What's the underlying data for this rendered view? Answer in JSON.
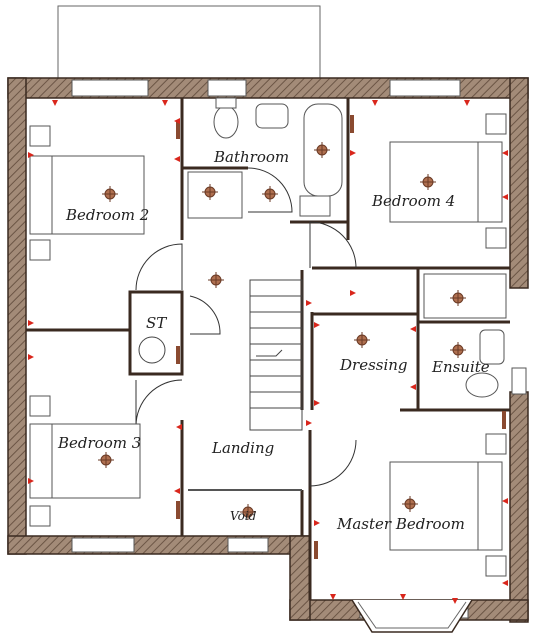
{
  "rooms": {
    "bathroom": "Bathroom",
    "bedroom2": "Bedroom 2",
    "bedroom4": "Bedroom 4",
    "st": "ST",
    "dressing": "Dressing",
    "ensuite": "Ensuite",
    "bedroom3": "Bedroom 3",
    "landing": "Landing",
    "void": "Void",
    "master_bedroom": "Master Bedroom"
  },
  "colors": {
    "wall_fill": "#a38b78",
    "wall_stroke": "#3a2a20",
    "marker": "#d9261c",
    "fitting": "#8a4a30",
    "line": "#444444"
  },
  "icons": {
    "socket": "red-triangle-marker",
    "light": "ceiling-light-icon"
  }
}
